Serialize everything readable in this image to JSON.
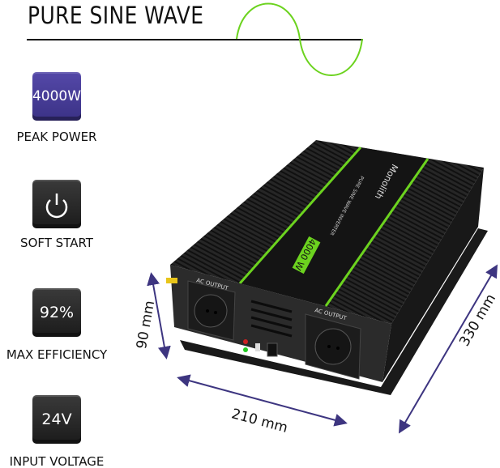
{
  "header": {
    "title": "PURE SINE WAVE"
  },
  "features": [
    {
      "value": "4000W",
      "label": "PEAK POWER",
      "icon": "value-badge",
      "color": "#4a3f9a"
    },
    {
      "value": "",
      "label": "SOFT START",
      "icon": "power-icon",
      "color": "#2a2a2a"
    },
    {
      "value": "92%",
      "label": "MAX EFFICIENCY",
      "icon": "value-badge",
      "color": "#2a2a2a"
    },
    {
      "value": "24V",
      "label": "INPUT VOLTAGE",
      "icon": "value-badge",
      "color": "#2a2a2a"
    }
  ],
  "dimensions": {
    "height": "90 mm",
    "width": "210 mm",
    "length": "330 mm"
  },
  "product": {
    "socket_label_left": "AC OUTPUT",
    "socket_label_right": "AC OUTPUT",
    "power_badge": "4000 W",
    "brand": "Monolith",
    "model_text": "PURE SINE WAVE INVERTER"
  },
  "colors": {
    "accent_green": "#6cd31f",
    "arrow": "#3d3580",
    "purple": "#4a3f9a"
  }
}
